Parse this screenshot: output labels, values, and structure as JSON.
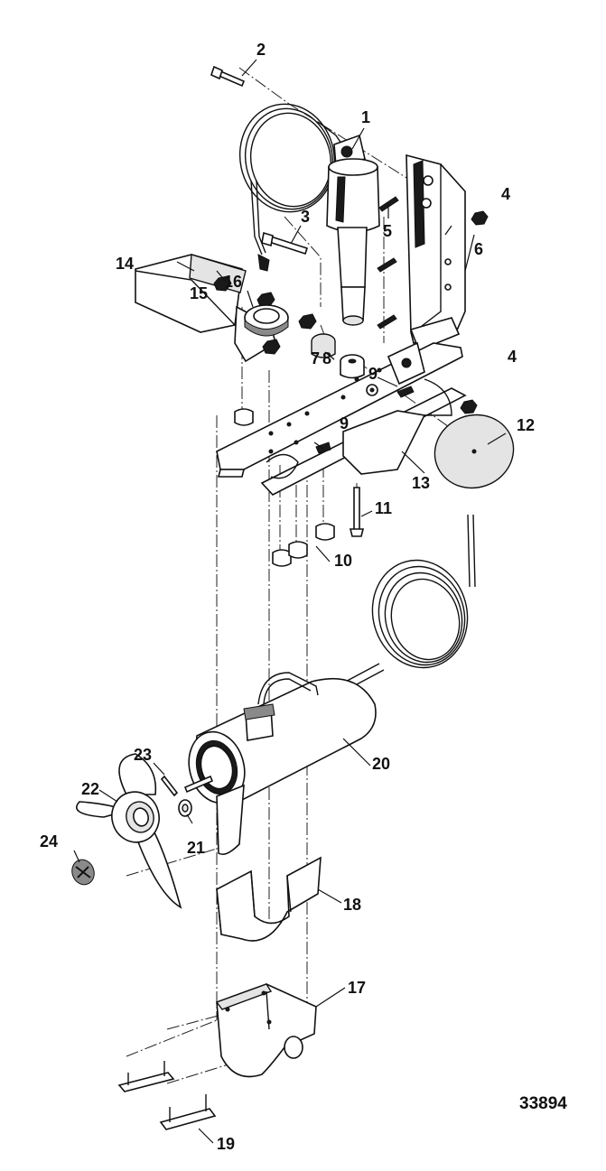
{
  "figure_number": "33894",
  "callouts": [
    "1",
    "2",
    "3",
    "4",
    "5",
    "6",
    "7",
    "8",
    "9",
    "10",
    "11",
    "12",
    "13",
    "14",
    "15",
    "16",
    "17",
    "18",
    "19",
    "20",
    "21",
    "22",
    "23",
    "24"
  ],
  "callout_labels": {
    "c1": "1",
    "c2": "2",
    "c3": "3",
    "c4a": "4",
    "c4b": "4",
    "c5": "5",
    "c6": "6",
    "c7": "7",
    "c8": "8",
    "c9a": "9",
    "c9b": "9",
    "c10": "10",
    "c11": "11",
    "c12": "12",
    "c13": "13",
    "c14": "14",
    "c15": "15",
    "c16": "16",
    "c17": "17",
    "c18": "18",
    "c19": "19",
    "c20": "20",
    "c21": "21",
    "c22": "22",
    "c23": "23",
    "c24": "24"
  }
}
